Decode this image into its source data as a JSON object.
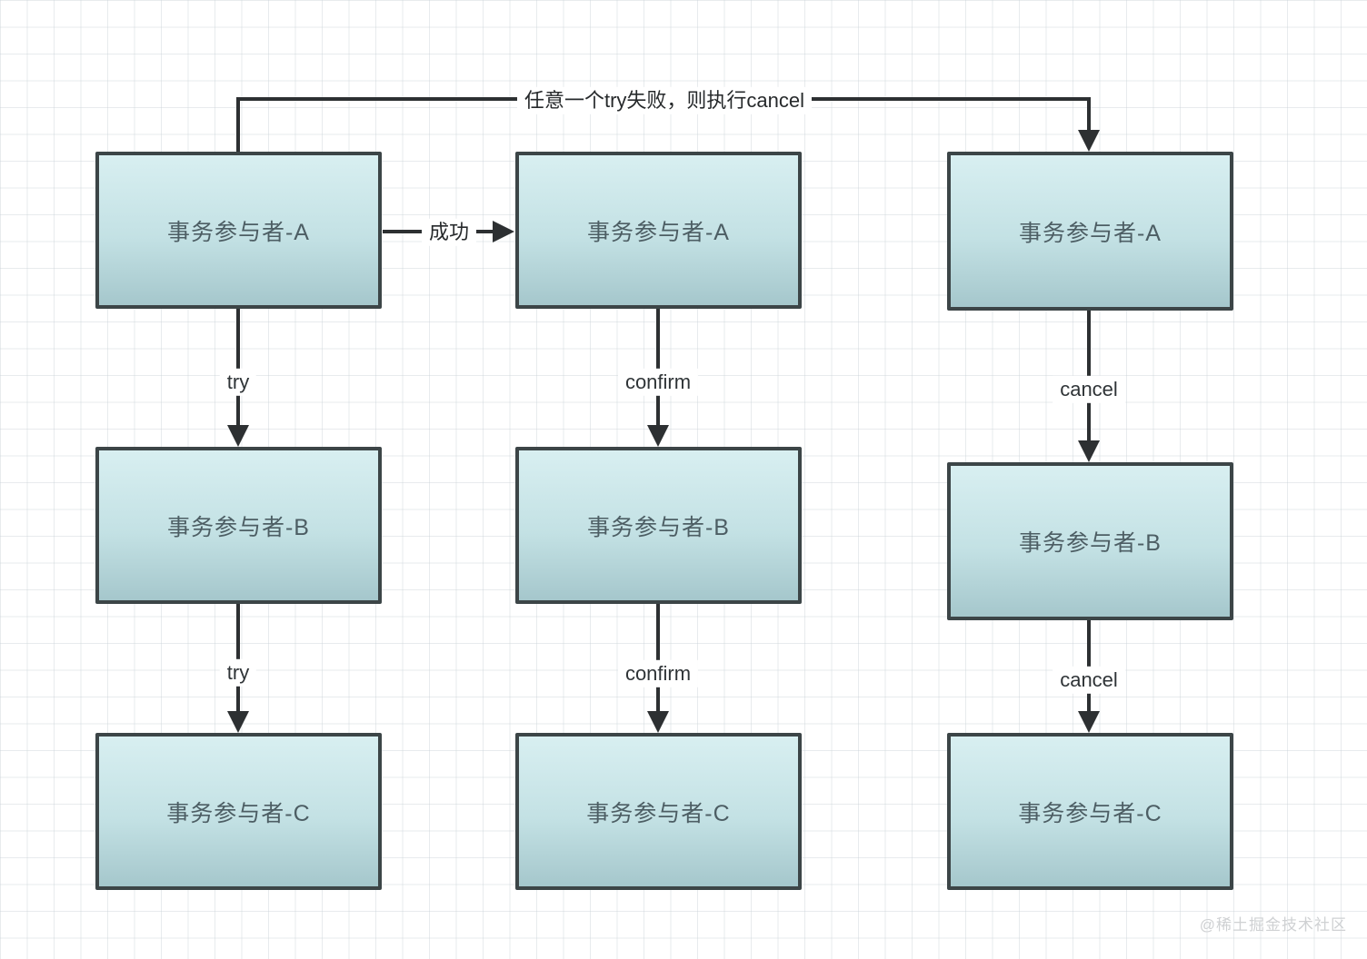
{
  "diagram": {
    "title_edge_label": "任意一个try失败，则执行cancel",
    "success_label": "成功",
    "columns": [
      {
        "id": "try-column",
        "nodes": [
          "事务参与者-A",
          "事务参与者-B",
          "事务参与者-C"
        ],
        "edge_labels": [
          "try",
          "try"
        ]
      },
      {
        "id": "confirm-column",
        "nodes": [
          "事务参与者-A",
          "事务参与者-B",
          "事务参与者-C"
        ],
        "edge_labels": [
          "confirm",
          "confirm"
        ]
      },
      {
        "id": "cancel-column",
        "nodes": [
          "事务参与者-A",
          "事务参与者-B",
          "事务参与者-C"
        ],
        "edge_labels": [
          "cancel",
          "cancel"
        ]
      }
    ],
    "watermark": "@稀土掘金技术社区",
    "colors": {
      "node_fill_top": "#d8eff1",
      "node_fill_bottom": "#a5c7cc",
      "node_border": "#3c4547",
      "node_text": "#4d5e64",
      "edge": "#2d3032",
      "watermark": "#cfd1d3"
    }
  }
}
